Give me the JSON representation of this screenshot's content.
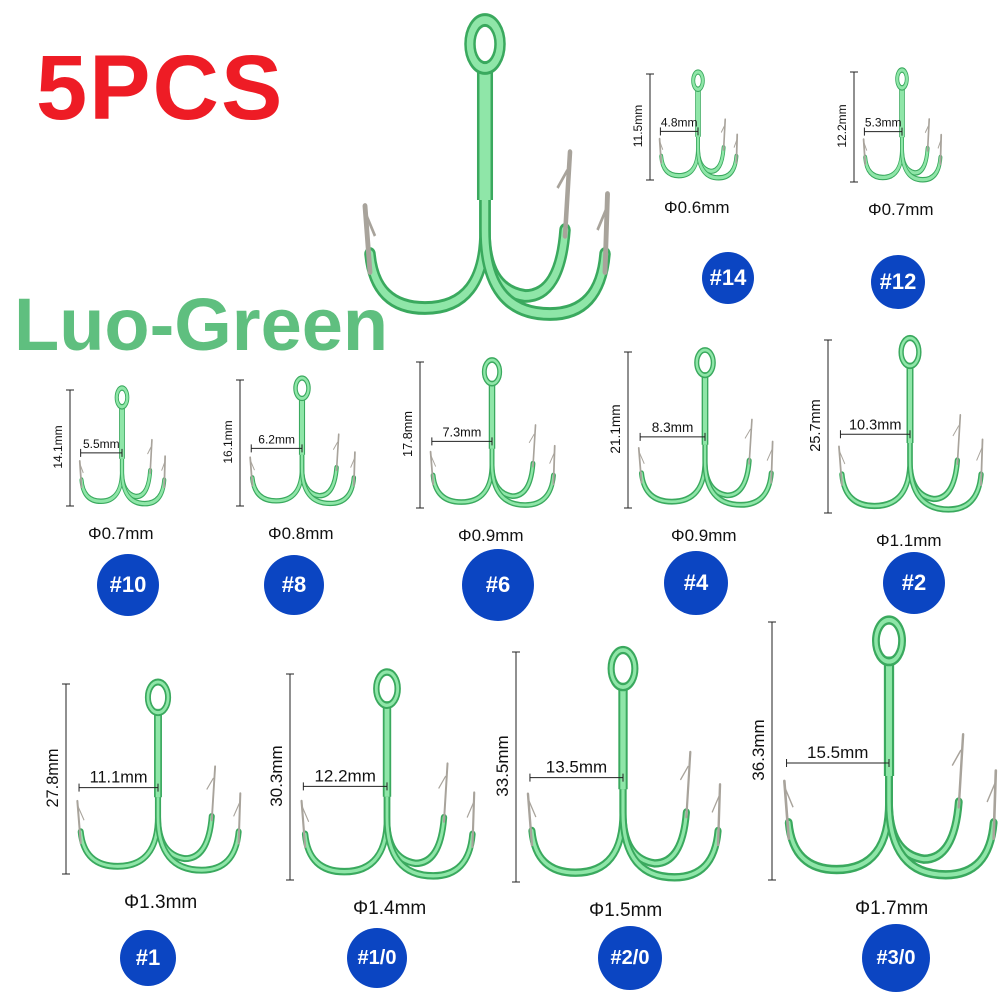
{
  "headline": "5PCS",
  "subtitle": "Luo-Green",
  "colors": {
    "headline": "#ee1c25",
    "subtitle": "#5fbf7f",
    "hook_body": "#8fe6a8",
    "hook_outline": "#3aa95e",
    "barb_metal": "#a8a39b",
    "badge": "#0b45c2"
  },
  "hooks": [
    {
      "size": "#14",
      "height": "11.5mm",
      "gap": "4.8mm",
      "wire": "Φ0.6mm"
    },
    {
      "size": "#12",
      "height": "12.2mm",
      "gap": "5.3mm",
      "wire": "Φ0.7mm"
    },
    {
      "size": "#10",
      "height": "14.1mm",
      "gap": "5.5mm",
      "wire": "Φ0.7mm"
    },
    {
      "size": "#8",
      "height": "16.1mm",
      "gap": "6.2mm",
      "wire": "Φ0.8mm"
    },
    {
      "size": "#6",
      "height": "17.8mm",
      "gap": "7.3mm",
      "wire": "Φ0.9mm"
    },
    {
      "size": "#4",
      "height": "21.1mm",
      "gap": "8.3mm",
      "wire": "Φ0.9mm"
    },
    {
      "size": "#2",
      "height": "25.7mm",
      "gap": "10.3mm",
      "wire": "Φ1.1mm"
    },
    {
      "size": "#1",
      "height": "27.8mm",
      "gap": "11.1mm",
      "wire": "Φ1.3mm"
    },
    {
      "size": "#1/0",
      "height": "30.3mm",
      "gap": "12.2mm",
      "wire": "Φ1.4mm"
    },
    {
      "size": "#2/0",
      "height": "33.5mm",
      "gap": "13.5mm",
      "wire": "Φ1.5mm"
    },
    {
      "size": "#3/0",
      "height": "36.3mm",
      "gap": "15.5mm",
      "wire": "Φ1.7mm"
    }
  ]
}
